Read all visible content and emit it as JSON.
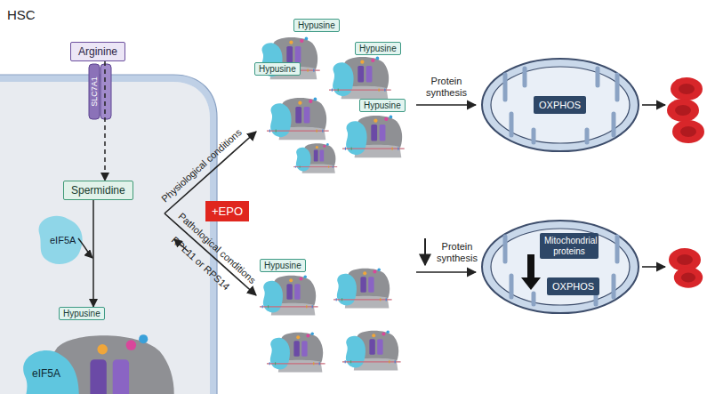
{
  "diagram": {
    "nodes": [
      {
        "text": [
          "Arginine"
        ]
      },
      {
        "text": [
          "Spermidine"
        ]
      },
      {
        "text": [
          "Hypusine"
        ]
      },
      {
        "text": [
          "Hypusine"
        ]
      },
      {
        "text": [
          "Hypusine"
        ]
      },
      {
        "text": [
          "Hypusine"
        ]
      },
      {
        "text": [
          "Hypusine"
        ]
      },
      {
        "text": [
          "+EPO"
        ]
      },
      {
        "text": [
          "OXPHOS"
        ]
      },
      {
        "text": [
          "Hypusine"
        ]
      },
      {
        "text": [
          "Mitochondrial proteins"
        ]
      },
      {
        "text": [
          "OXPHOS"
        ]
      }
    ],
    "edges": [
      {
        "from": 0,
        "to": 1,
        "arrow": "to"
      },
      {
        "from": 1,
        "to": 2,
        "arrow": "to"
      }
    ],
    "labels": [
      "HSC",
      "SLC7A1",
      "eIF5A",
      "eIF5A",
      "Physiological conditions",
      "Pathological conditions",
      "RPL11 or RPS14",
      "Protein synthesis",
      "Protein synthesis"
    ]
  }
}
